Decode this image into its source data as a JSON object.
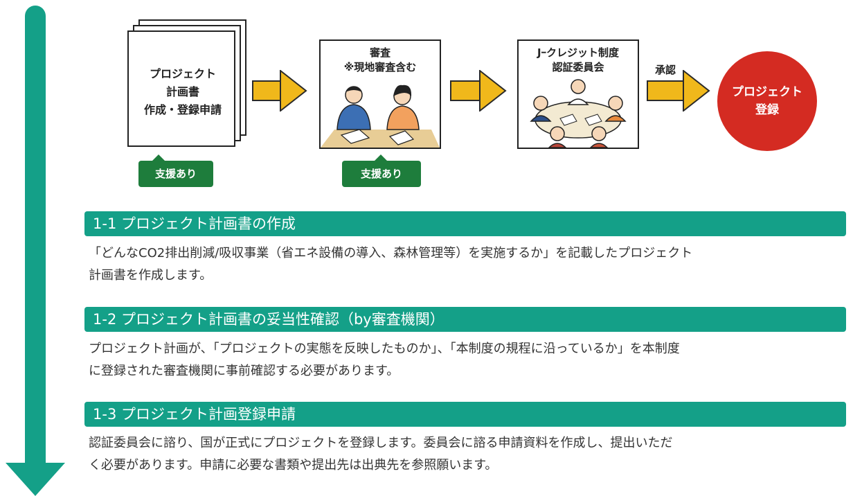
{
  "flow": {
    "document_label_lines": [
      "プロジェクト",
      "計画書",
      "作成・登録申請"
    ],
    "review_title": "審査",
    "review_note": "※現地審査含む",
    "committee_title_line1": "Jｰクレジット制度",
    "committee_title_line2": "認証委員会",
    "approval_label": "承認",
    "result_line1": "プロジェクト",
    "result_line2": "登録",
    "support_label_1": "支援あり",
    "support_label_2": "支援あり"
  },
  "sections": [
    {
      "heading": "1-1 プロジェクト計画書の作成",
      "body_line1": "「どんなCO2排出削減/吸収事業（省エネ設備の導入、森林管理等）を実施するか」を記載したプロジェクト",
      "body_line2": "計画書を作成します。"
    },
    {
      "heading": "1-2 プロジェクト計画書の妥当性確認（by審査機関）",
      "body_line1": "プロジェクト計画が、「プロジェクトの実態を反映したものか」、「本制度の規程に沿っているか」を本制度",
      "body_line2": "に登録された審査機関に事前確認する必要があります。"
    },
    {
      "heading": "1-3 プロジェクト計画登録申請",
      "body_line1": "認証委員会に諮り、国が正式にプロジェクトを登録します。委員会に諮る申請資料を作成し、提出いただ",
      "body_line2": "く必要があります。申請に必要な書類や提出先は出典先を参照願います。"
    }
  ],
  "colors": {
    "accent_green": "#14a088",
    "badge_green": "#1e7d3c",
    "arrow_yellow": "#f0b81b",
    "result_red": "#d42b22"
  }
}
